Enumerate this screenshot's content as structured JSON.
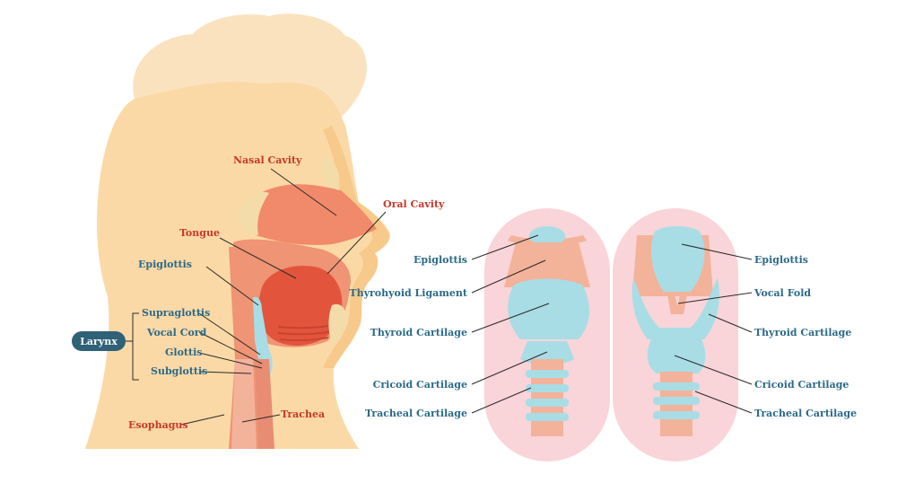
{
  "left_labels": {
    "nasal_cavity": "Nasal Cavity",
    "oral_cavity": "Oral Cavity",
    "tongue": "Tongue",
    "epiglottis": "Epiglottis",
    "supraglottis": "Supraglottis",
    "vocal_cord": "Vocal Cord",
    "glottis": "Glottis",
    "subglottis": "Subglottis",
    "larynx": "Larynx",
    "esophagus": "Esophagus",
    "trachea": "Trachea"
  },
  "front_labels": {
    "epiglottis": "Epiglottis",
    "thyrohyoid_ligament": "Thyrohyoid Ligament",
    "thyroid_cartilage": "Thyroid Cartilage",
    "cricoid_cartilage": "Cricoid Cartilage",
    "tracheal_cartilage": "Tracheal Cartilage"
  },
  "back_labels": {
    "epiglottis": "Epiglottis",
    "vocal_fold": "Vocal Fold",
    "thyroid_cartilage": "Thyroid Cartilage",
    "cricoid_cartilage": "Cricoid Cartilage",
    "tracheal_cartilage": "Tracheal Cartilage"
  },
  "colors": {
    "skin": "#fbd9a6",
    "hair": "#fbe2bf",
    "cavity": "#f08a6a",
    "tongue": "#e2553c",
    "cartilage": "#a8dde6",
    "muscle": "#f3b29a",
    "panel": "#f9d4d8",
    "label_red": "#c8382b",
    "label_blue": "#2c6a88",
    "badge": "#2f6177"
  }
}
